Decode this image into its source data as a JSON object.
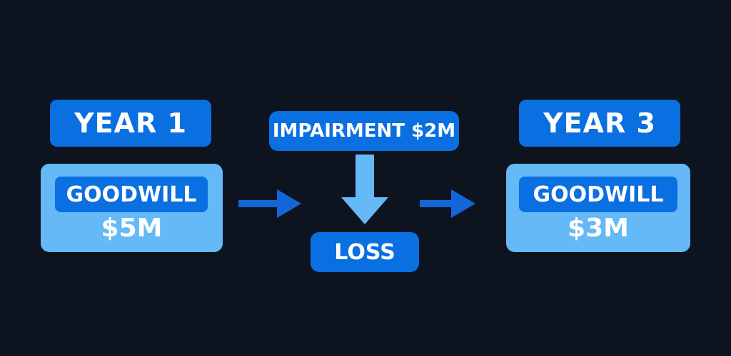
{
  "left": {
    "year": "YEAR 1",
    "label": "GOODWILL",
    "value": "$5M"
  },
  "middle": {
    "impairment": "IMPAIRMENT $2M",
    "result": "LOSS"
  },
  "right": {
    "year": "YEAR 3",
    "label": "GOODWILL",
    "value": "$3M"
  },
  "colors": {
    "background": "#0d1420",
    "primary_blue": "#0a6fe0",
    "light_blue": "#64b9f6",
    "arrow_blue": "#1466d8"
  }
}
